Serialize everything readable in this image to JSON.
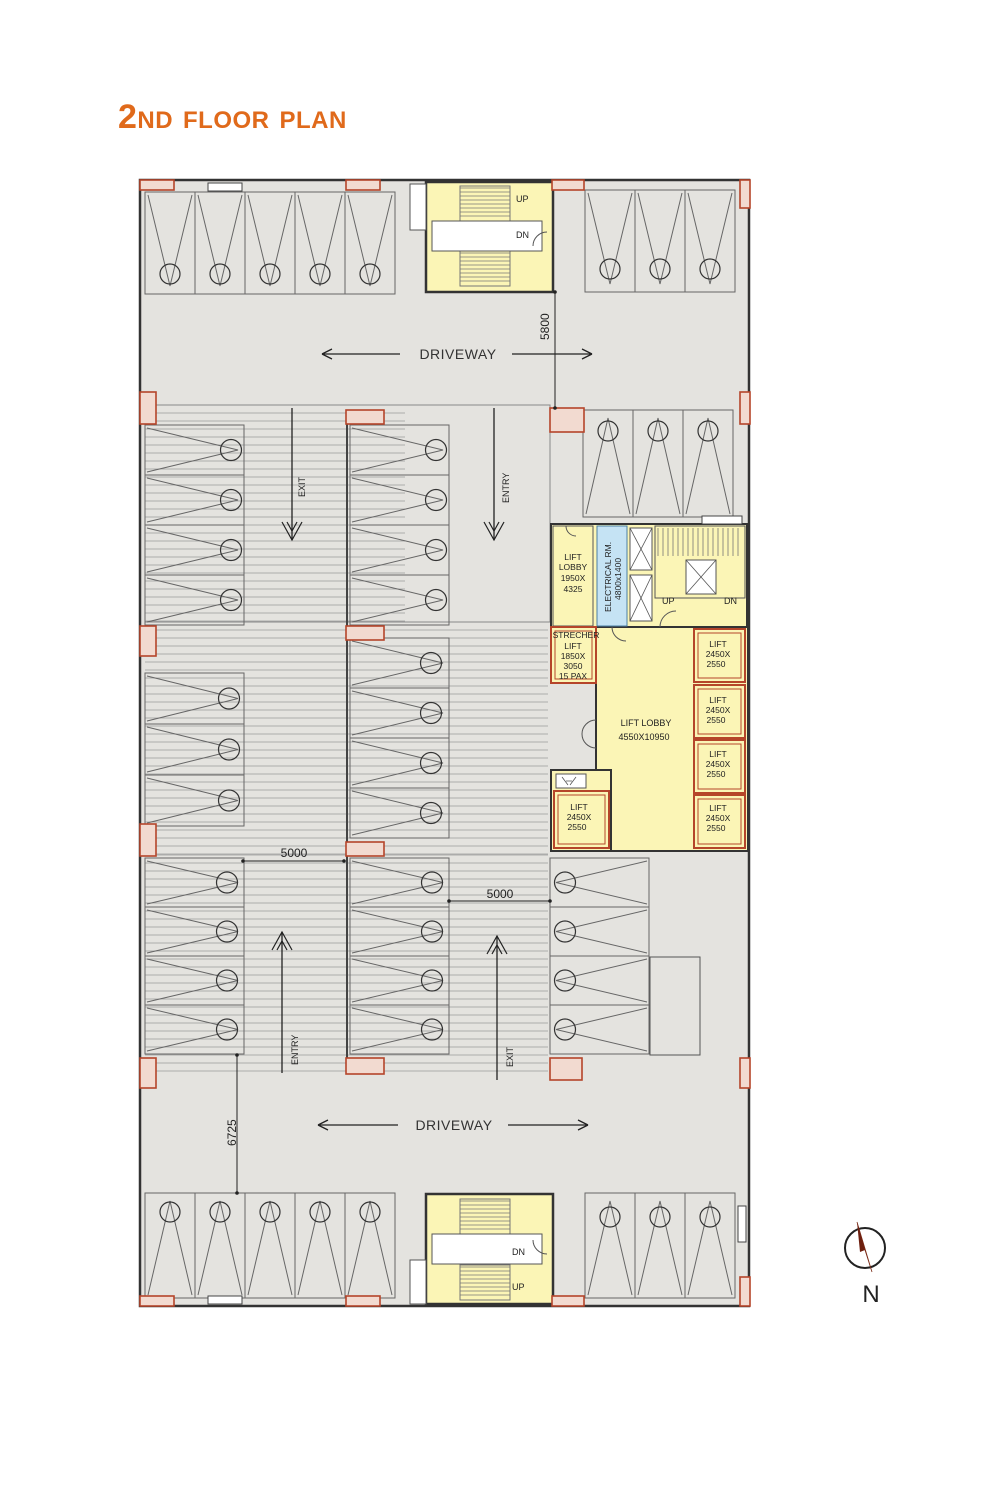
{
  "title": "2nd floor plan",
  "colors": {
    "title": "#e06a1b",
    "floor": "#e4e3df",
    "wall": "#333333",
    "column_fill": "#f2dad0",
    "column_stroke": "#b5452a",
    "core": "#fbf5b6",
    "electrical": "#c5e3f4",
    "ramp_line": "#9a9a9a"
  },
  "compass": {
    "north_label": "N",
    "icon": "north-arrow-icon"
  },
  "labels": {
    "driveway_top": "DRIVEWAY",
    "driveway_bottom": "DRIVEWAY",
    "exit_top": "EXIT",
    "entry_top": "ENTRY",
    "entry_bottom": "ENTRY",
    "exit_bottom": "EXIT",
    "stair_top_up": "UP",
    "stair_top_dn": "DN",
    "stair_bottom_dn": "DN",
    "stair_bottom_up": "UP",
    "stair_core_up": "UP",
    "stair_core_dn": "DN",
    "lift_lobby_small": [
      "LIFT",
      "LOBBY",
      "1950X",
      "4325"
    ],
    "electrical_room": "ELECTRICAL RM.",
    "electrical_size": "4800x1400",
    "stretcher_lift": [
      "STRECHER",
      "LIFT",
      "1850X",
      "3050",
      "15 PAX"
    ],
    "lift_lobby_main": "LIFT LOBBY",
    "lift_lobby_main_size": "4550X10950",
    "lift_1": [
      "LIFT",
      "2450X",
      "2550"
    ],
    "lift_2": [
      "LIFT",
      "2450X",
      "2550"
    ],
    "lift_3": [
      "LIFT",
      "2450X",
      "2550"
    ],
    "lift_4": [
      "LIFT",
      "2450X",
      "2550"
    ],
    "lift_5": [
      "LIFT",
      "2450X",
      "2550"
    ]
  },
  "dimensions": {
    "dim_5800": "5800",
    "dim_5000_left": "5000",
    "dim_5000_right": "5000",
    "dim_6725": "6725"
  }
}
